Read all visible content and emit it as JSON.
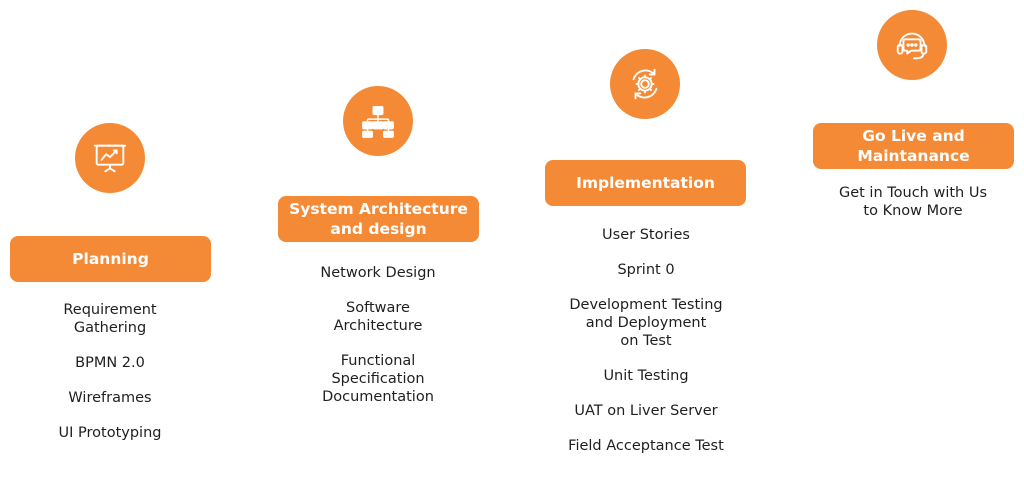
{
  "stages": [
    {
      "label": "Planning",
      "icon": "presentation-chart-icon",
      "items": [
        "Requirement\nGathering",
        "BPMN 2.0",
        "Wireframes",
        "UI Prototyping"
      ]
    },
    {
      "label": "System Architecture\nand design",
      "icon": "hierarchy-icon",
      "items": [
        "Network Design",
        "Software\nArchitecture",
        "Functional\nSpecification\nDocumentation"
      ]
    },
    {
      "label": "Implementation",
      "icon": "gear-cycle-icon",
      "items": [
        "User Stories",
        "Sprint 0",
        "Development Testing\nand Deployment\non Test",
        "Unit Testing",
        "UAT on Liver Server",
        "Field Acceptance Test"
      ]
    },
    {
      "label": "Go Live and\nMaintanance",
      "icon": "headset-chat-icon",
      "items": [
        "Get in Touch with Us\nto Know More"
      ]
    }
  ],
  "colors": {
    "accent": "#f58a36",
    "text": "#1f1f1f"
  }
}
